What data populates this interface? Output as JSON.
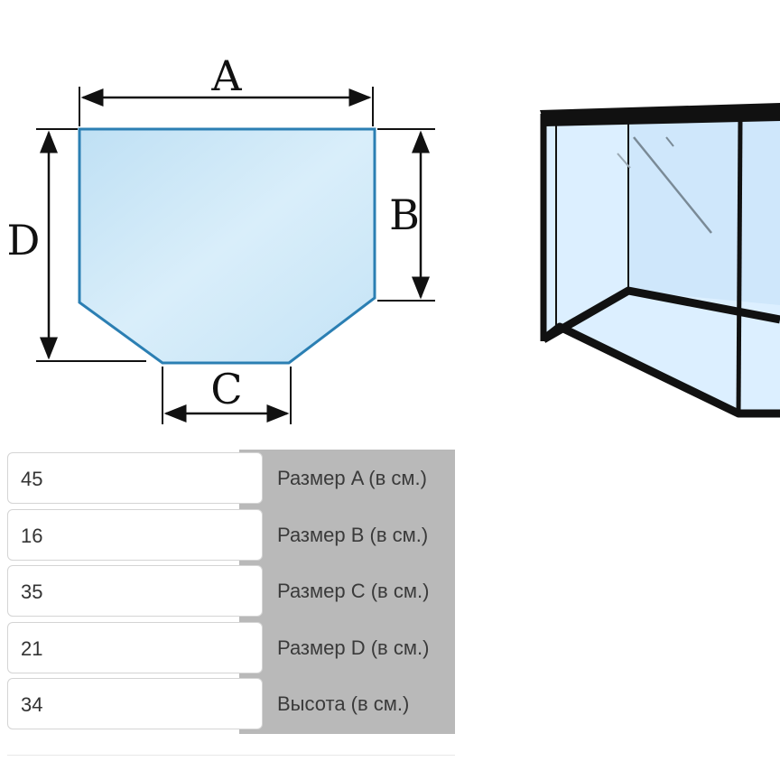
{
  "diagram": {
    "label_a": "A",
    "label_b": "B",
    "label_c": "C",
    "label_d": "D",
    "shape_fill": "#cfe8f7",
    "shape_stroke": "#2b7fb3"
  },
  "fields": [
    {
      "value": "45",
      "label": "Размер A (в см.)"
    },
    {
      "value": "16",
      "label": "Размер B (в см.)"
    },
    {
      "value": "35",
      "label": "Размер C (в см.)"
    },
    {
      "value": "21",
      "label": "Размер D (в см.)"
    },
    {
      "value": "34",
      "label": "Высота (в см.)"
    }
  ],
  "colors": {
    "label_bg": "#b9b9b9",
    "glass": "#d6ecfb",
    "frame": "#111111"
  }
}
